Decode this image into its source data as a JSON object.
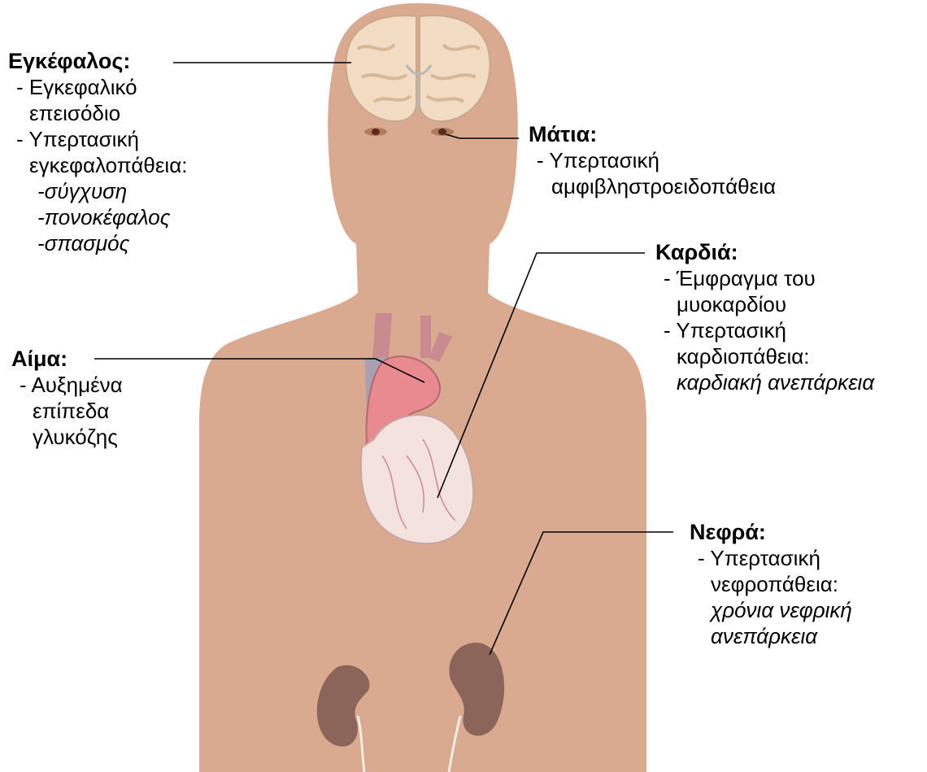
{
  "labels": {
    "brain": {
      "title": "Εγκέφαλος:",
      "lines": [
        "- Εγκεφαλικό",
        " επεισόδιο",
        "- Υπερτασική",
        " εγκεφαλοπάθεια:",
        "-σύγχυση",
        "-πονοκέφαλος",
        "-σπασμός"
      ]
    },
    "eyes": {
      "title": "Μάτια:",
      "lines": [
        "- Υπερτασική",
        "αμφιβληστροειδοπάθεια"
      ]
    },
    "heart": {
      "title": "Καρδιά:",
      "lines": [
        "- Έμφραγμα του",
        "μυοκαρδίου",
        "- Υπερτασική",
        "καρδιοπάθεια:",
        "καρδιακή ανεπάρκεια"
      ]
    },
    "blood": {
      "title": "Αίμα:",
      "lines": [
        "- Αυξημένα",
        "επίπεδα",
        "γλυκόζης"
      ]
    },
    "kidneys": {
      "title": "Νεφρά:",
      "lines": [
        "- Υπερτασική",
        "νεφροπάθεια:",
        "χρόνια νεφρική",
        "ανεπάρκεια"
      ]
    }
  },
  "colors": {
    "skin": "#d9aa90",
    "brain": "#f2dcc3",
    "heart": "#e88a8f",
    "kidney": "#8c655a",
    "line": "#000000"
  }
}
